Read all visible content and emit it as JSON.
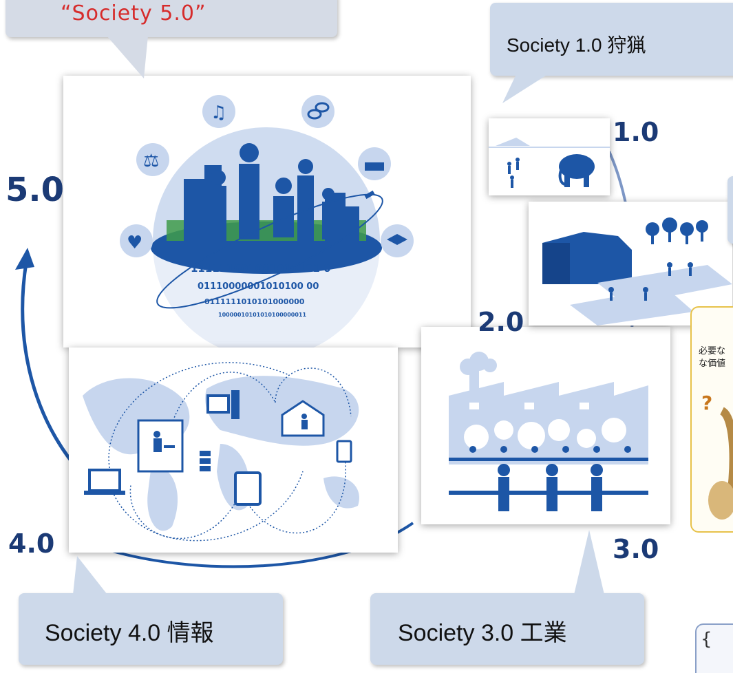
{
  "callouts": {
    "society5": "“Society 5.0”",
    "society1": "Society 1.0 狩猟",
    "society4": "Society 4.0 情報",
    "society3": "Society 3.0 工業"
  },
  "era_labels": {
    "e5": "5.0",
    "e4": "4.0",
    "e3": "3.0",
    "e2": "2.0",
    "e1": "1.0"
  },
  "society5_panel": {
    "binary_lines": [
      "111111001001010101 0",
      "01110000001010100 00",
      "0111111010101000000",
      "10000010101010100000011"
    ]
  },
  "partial_note": {
    "line1": "必要な",
    "line2": "な価値"
  },
  "colors": {
    "accent_red": "#d62b2b",
    "callout_bg": "#cdd9ea",
    "brand_blue": "#1d56a6",
    "label_navy": "#1b3a75"
  }
}
